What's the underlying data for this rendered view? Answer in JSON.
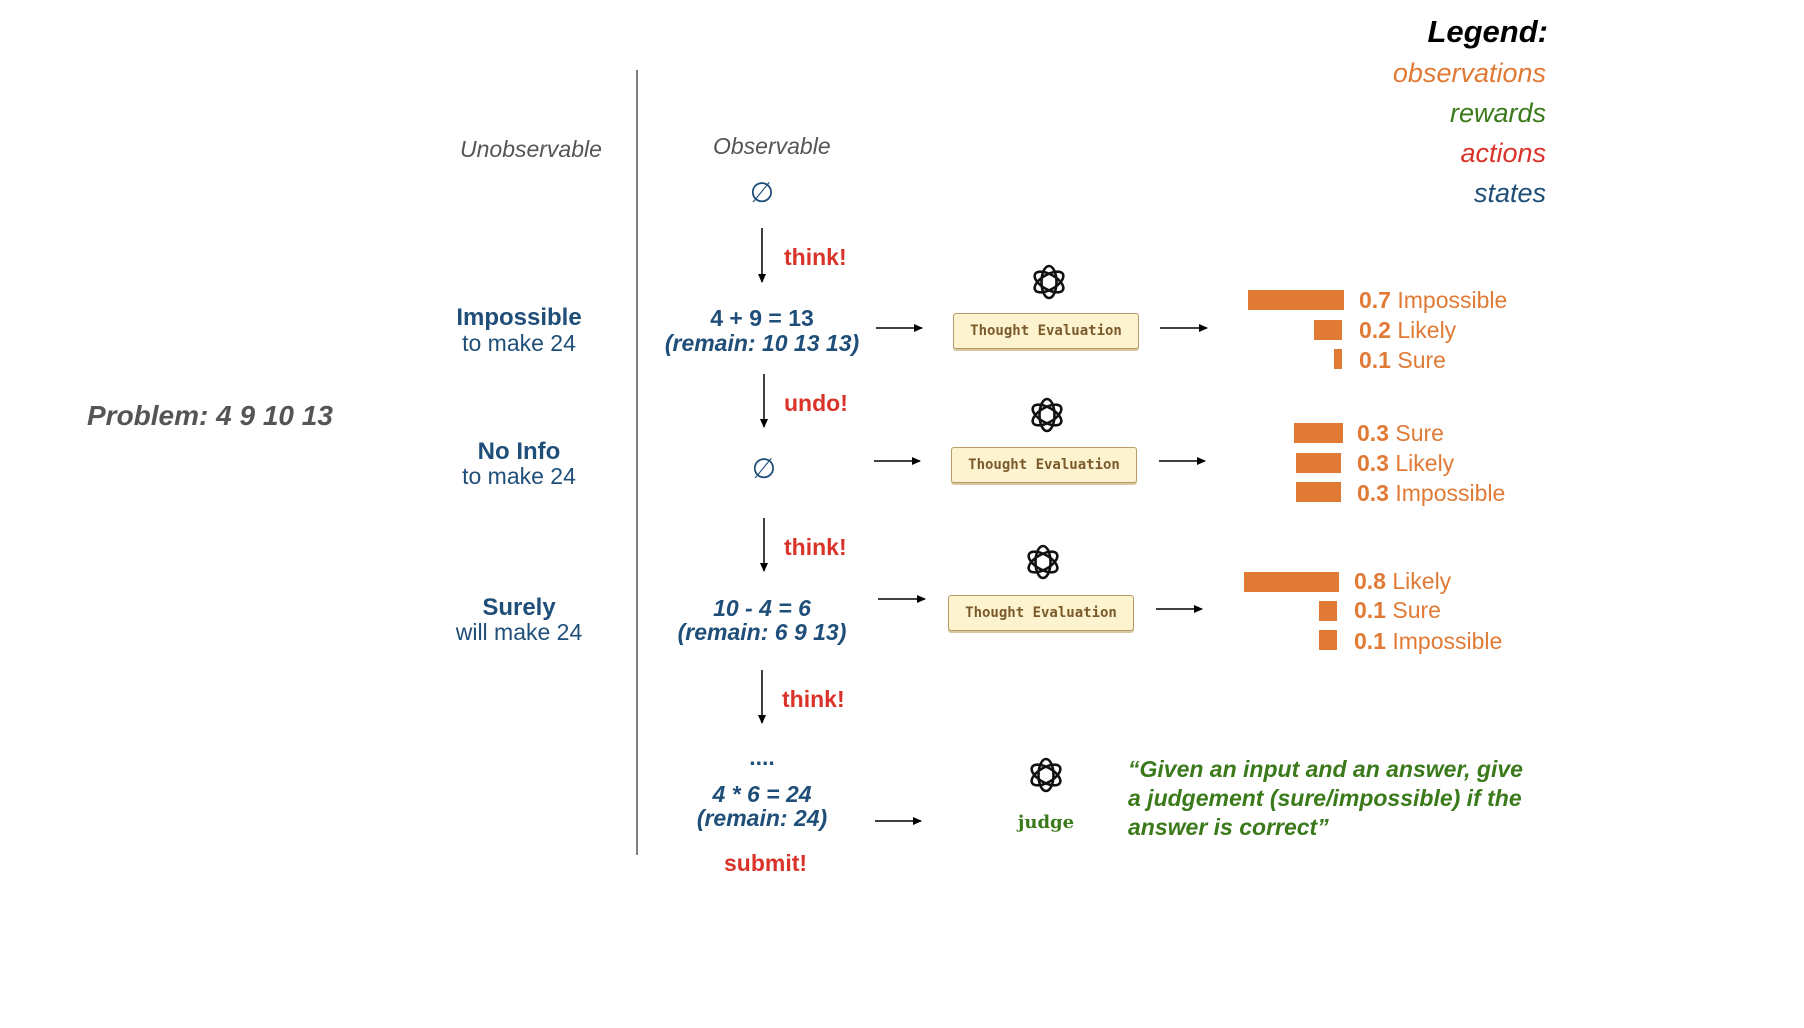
{
  "legend": {
    "title": "Legend:",
    "items": [
      {
        "label": "observations",
        "color": "#e07a35"
      },
      {
        "label": "rewards",
        "color": "#3a7a1a"
      },
      {
        "label": "actions",
        "color": "#d9332a"
      },
      {
        "label": "states",
        "color": "#1f4e79"
      }
    ]
  },
  "columns": {
    "unobservable": "Unobservable",
    "observable": "Observable"
  },
  "problem": "Problem: 4 9 10 13",
  "start_state": "∅",
  "steps": [
    {
      "action": "think!",
      "hidden_title": "Impossible",
      "hidden_sub": "to make 24",
      "line1": "4 + 9 = 13",
      "line2": "(remain: 10 13 13)",
      "evaluator": "Thought Evaluation",
      "scores": [
        {
          "value": "0.7",
          "label": "Impossible"
        },
        {
          "value": "0.2",
          "label": "Likely"
        },
        {
          "value": "0.1",
          "label": "Sure"
        }
      ]
    },
    {
      "action": "undo!",
      "hidden_title": "No Info",
      "hidden_sub": "to make 24",
      "state": "∅",
      "evaluator": "Thought Evaluation",
      "scores": [
        {
          "value": "0.3",
          "label": "Sure"
        },
        {
          "value": "0.3",
          "label": "Likely"
        },
        {
          "value": "0.3",
          "label": "Impossible"
        }
      ]
    },
    {
      "action": "think!",
      "hidden_title": "Surely",
      "hidden_sub": "will make 24",
      "line1": "10 - 4 = 6",
      "line2": "(remain: 6 9 13)",
      "evaluator": "Thought Evaluation",
      "scores": [
        {
          "value": "0.8",
          "label": "Likely"
        },
        {
          "value": "0.1",
          "label": "Sure"
        },
        {
          "value": "0.1",
          "label": "Impossible"
        }
      ]
    },
    {
      "action": "think!",
      "ellipsis": "....",
      "line1": "4 * 6 = 24",
      "line2": "(remain: 24)",
      "judge": "judge",
      "judge_prompt": "“Given an input and an answer, give a judgement (sure/impossible) if the answer is correct”"
    }
  ],
  "final_action": "submit!",
  "icons": [
    "openai-logo-icon",
    "openai-logo-icon",
    "openai-logo-icon",
    "openai-logo-icon"
  ]
}
